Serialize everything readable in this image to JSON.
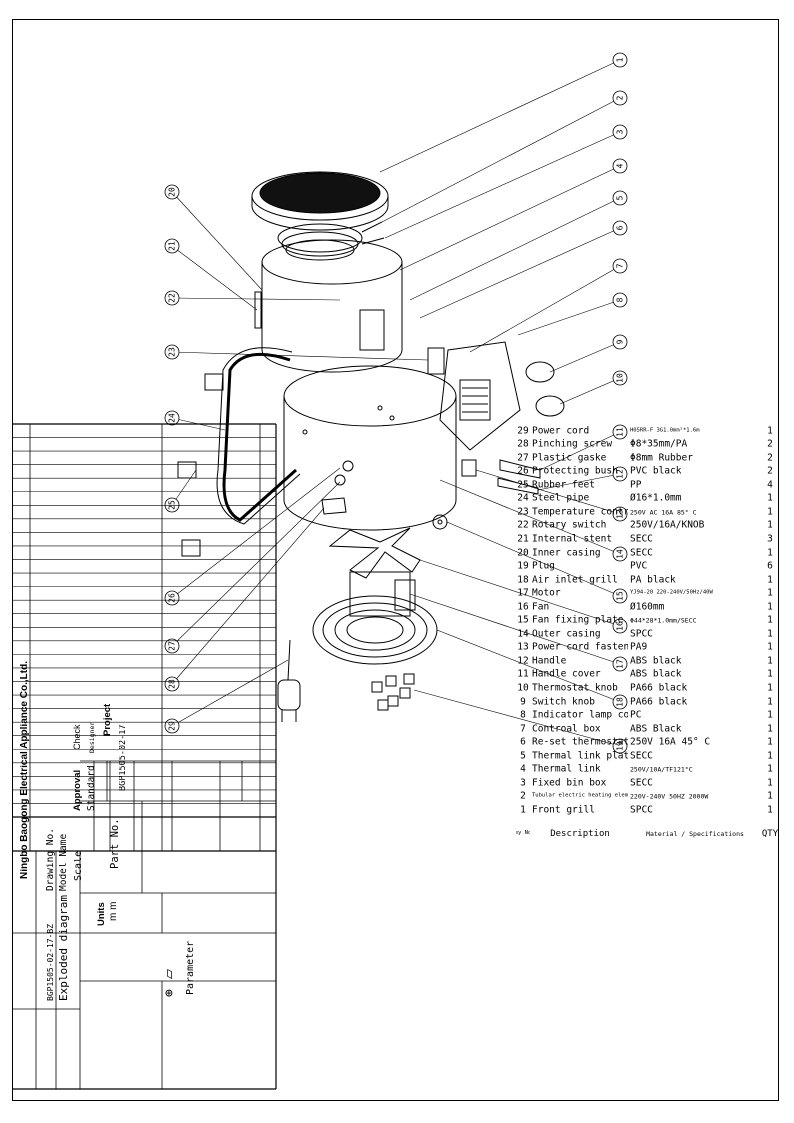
{
  "bom": {
    "rows": [
      {
        "no": "29",
        "desc": "Power cord",
        "spec": "H05RR-F 3G1.0mm²*1.6m",
        "qty": "1"
      },
      {
        "no": "28",
        "desc": "Pinching screw",
        "spec": "Φ8*35mm/PA",
        "qty": "2"
      },
      {
        "no": "27",
        "desc": "Plastic gaske",
        "spec": "Φ8mm Rubber",
        "qty": "2"
      },
      {
        "no": "26",
        "desc": "Protecting bush",
        "spec": "PVC black",
        "qty": "2"
      },
      {
        "no": "25",
        "desc": "Rubber feet",
        "spec": "PP",
        "qty": "4"
      },
      {
        "no": "24",
        "desc": "Steel pipe",
        "spec": "Ø16*1.0mm",
        "qty": "1"
      },
      {
        "no": "23",
        "desc": "Temperature controller",
        "spec": "250V AC 16A 85° C",
        "qty": "1"
      },
      {
        "no": "22",
        "desc": "Rotary switch",
        "spec": "250V/16A/KNOB",
        "qty": "1"
      },
      {
        "no": "21",
        "desc": "Internal stent",
        "spec": "SECC",
        "qty": "3"
      },
      {
        "no": "20",
        "desc": "Inner casing",
        "spec": "SECC",
        "qty": "1"
      },
      {
        "no": "19",
        "desc": "Plug",
        "spec": "PVC",
        "qty": "6"
      },
      {
        "no": "18",
        "desc": "Air inlet grill",
        "spec": "PA black",
        "qty": "1"
      },
      {
        "no": "17",
        "desc": "Motor",
        "spec": "YJ94-20 220-240V/50Hz/40W",
        "qty": "1"
      },
      {
        "no": "16",
        "desc": "Fan",
        "spec": "Ø160mm",
        "qty": "1"
      },
      {
        "no": "15",
        "desc": "Fan fixing plate",
        "spec": "Φ44*28*1.0mm/SECC",
        "qty": "1"
      },
      {
        "no": "14",
        "desc": "Outer casing",
        "spec": "SPCC",
        "qty": "1"
      },
      {
        "no": "13",
        "desc": "Power cord fastener",
        "spec": "PA9",
        "qty": "1"
      },
      {
        "no": "12",
        "desc": "Handle",
        "spec": "ABS black",
        "qty": "1"
      },
      {
        "no": "11",
        "desc": "Handle cover",
        "spec": "ABS black",
        "qty": "1"
      },
      {
        "no": "10",
        "desc": "Thermostat knob",
        "spec": "PA66 black",
        "qty": "1"
      },
      {
        "no": "9",
        "desc": "Switch knob",
        "spec": "PA66 black",
        "qty": "1"
      },
      {
        "no": "8",
        "desc": "Indicator lamp cover",
        "spec": "PC",
        "qty": "1"
      },
      {
        "no": "7",
        "desc": "Controal box",
        "spec": "ABS Black",
        "qty": "1"
      },
      {
        "no": "6",
        "desc": "Re-set thermostat",
        "spec": "250V 16A 45° C",
        "qty": "1"
      },
      {
        "no": "5",
        "desc": "Thermal link plate",
        "spec": "SECC",
        "qty": "1"
      },
      {
        "no": "4",
        "desc": "Thermal link",
        "spec": "250V/10A/TF121°C",
        "qty": "1"
      },
      {
        "no": "3",
        "desc": "Fixed bin box",
        "spec": "SECC",
        "qty": "1"
      },
      {
        "no": "2",
        "desc": "Tubular electric heating element",
        "spec": "220V-240V 50HZ 2000W",
        "qty": "1"
      },
      {
        "no": "1",
        "desc": "Front grill",
        "spec": "SPCC",
        "qty": "1"
      }
    ],
    "header": {
      "no": "Key No.",
      "desc": "Description",
      "spec": "Material / Specifications",
      "qty": "QTY",
      "parameter": "Parameter"
    }
  },
  "titleblock": {
    "project_label": "Project",
    "project_value": "BGP1505-02-17",
    "designer_label": "Designer",
    "check_label": "Check",
    "standard_label": "Standard",
    "approval_label": "Approval",
    "partno_label": "Part No.",
    "units_label": "Units",
    "units_value": "m m",
    "scale_label": "Scale",
    "model_label": "Model Name",
    "model_value": "Exploded diagram",
    "drawing_label": "Drawing No.",
    "drawing_value": "BGP1505-02-17-BZ",
    "company": "Ningbo Baogong Electrical Appliance Co.,Ltd."
  },
  "callouts": [
    "1",
    "2",
    "3",
    "4",
    "5",
    "6",
    "7",
    "8",
    "9",
    "10",
    "11",
    "12",
    "13",
    "14",
    "15",
    "16",
    "17",
    "18",
    "19",
    "20",
    "21",
    "22",
    "23",
    "24",
    "25",
    "26",
    "27",
    "28",
    "29"
  ]
}
